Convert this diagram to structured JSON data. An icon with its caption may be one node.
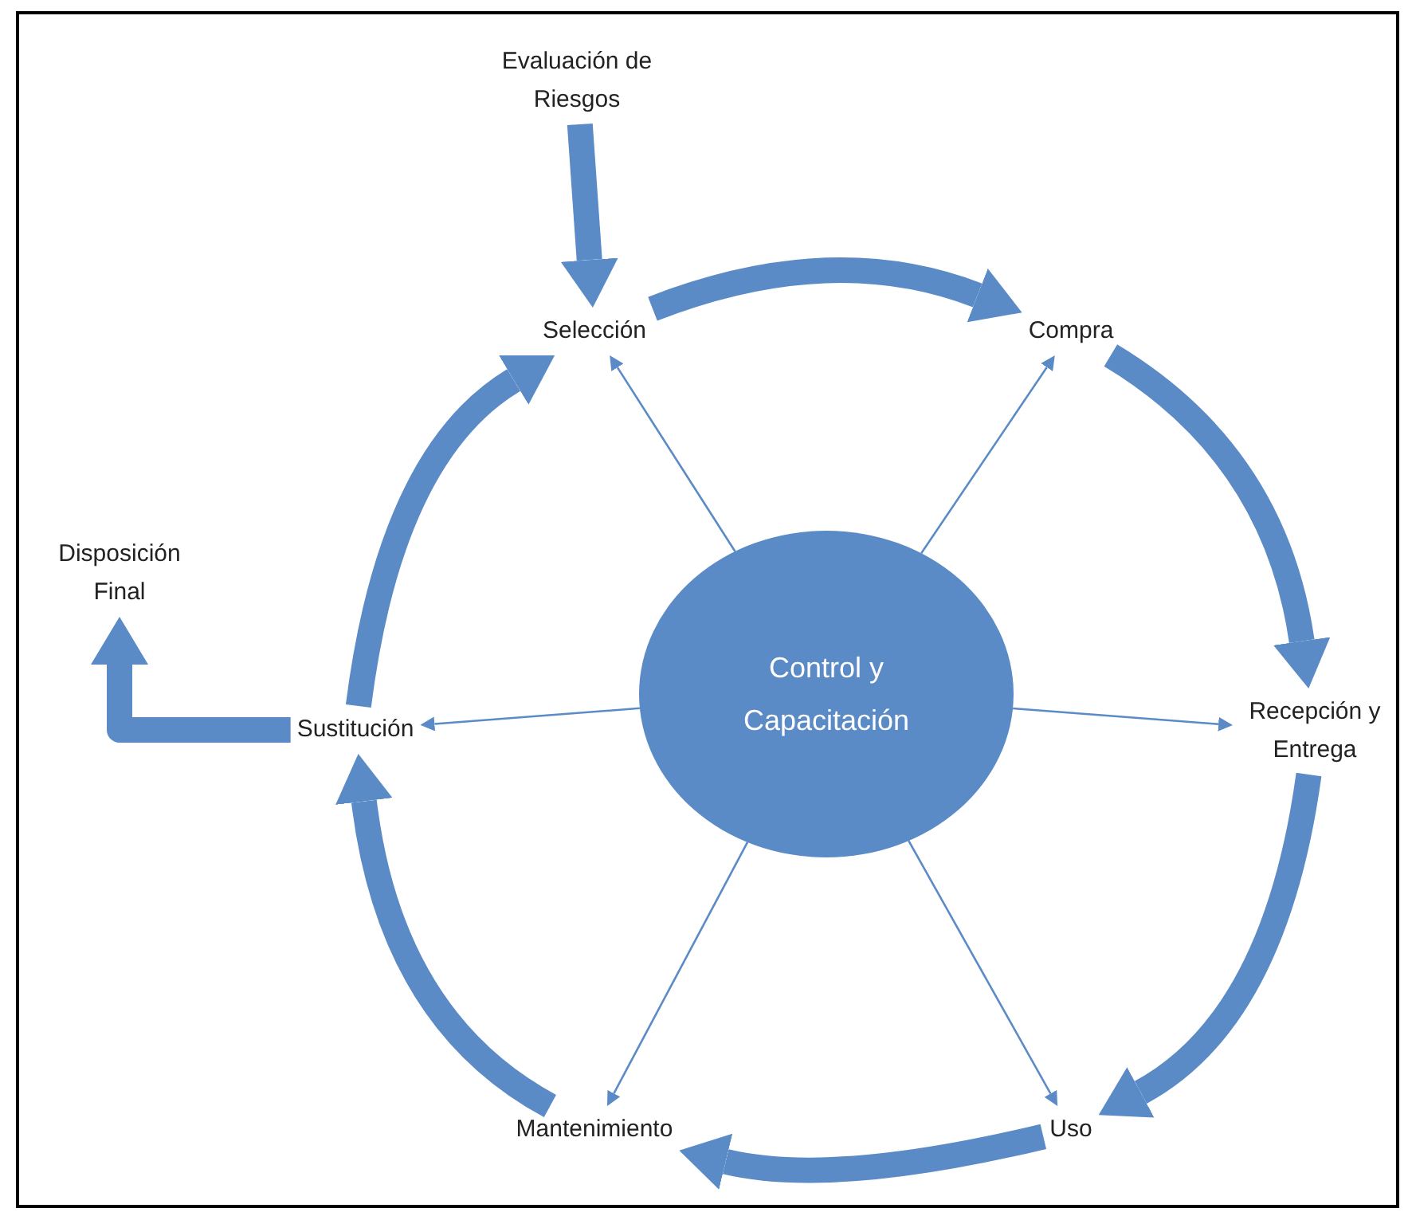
{
  "diagram": {
    "nodes": [
      {
        "text": [
          "Evaluación de Riesgos"
        ]
      },
      {
        "text": [
          "Selección"
        ]
      },
      {
        "text": [
          "Compra"
        ]
      },
      {
        "text": [
          "Disposición Final"
        ]
      },
      {
        "text": [
          "Control y Capacitación"
        ]
      },
      {
        "text": [
          "Sustitución"
        ]
      },
      {
        "text": [
          "Recepción y Entrega"
        ]
      },
      {
        "text": [
          "Mantenimiento"
        ]
      },
      {
        "text": [
          "Uso"
        ]
      }
    ],
    "edges": [
      {
        "from": 0,
        "to": 1,
        "arrow": "to"
      },
      {
        "from": 1,
        "to": 2,
        "arrow": "to"
      },
      {
        "from": 2,
        "to": 6,
        "arrow": "to"
      },
      {
        "from": 6,
        "to": 8,
        "arrow": "to"
      },
      {
        "from": 8,
        "to": 7,
        "arrow": "to"
      },
      {
        "from": 7,
        "to": 5,
        "arrow": "to"
      },
      {
        "from": 5,
        "to": 1,
        "arrow": "to"
      },
      {
        "from": 5,
        "to": 3,
        "arrow": "to"
      },
      {
        "from": 4,
        "to": 1,
        "arrow": "to"
      },
      {
        "from": 4,
        "to": 2,
        "arrow": "to"
      },
      {
        "from": 4,
        "to": 5,
        "arrow": "to"
      },
      {
        "from": 4,
        "to": 6,
        "arrow": "to"
      },
      {
        "from": 4,
        "to": 7,
        "arrow": "to"
      },
      {
        "from": 4,
        "to": 8,
        "arrow": "to"
      }
    ]
  }
}
